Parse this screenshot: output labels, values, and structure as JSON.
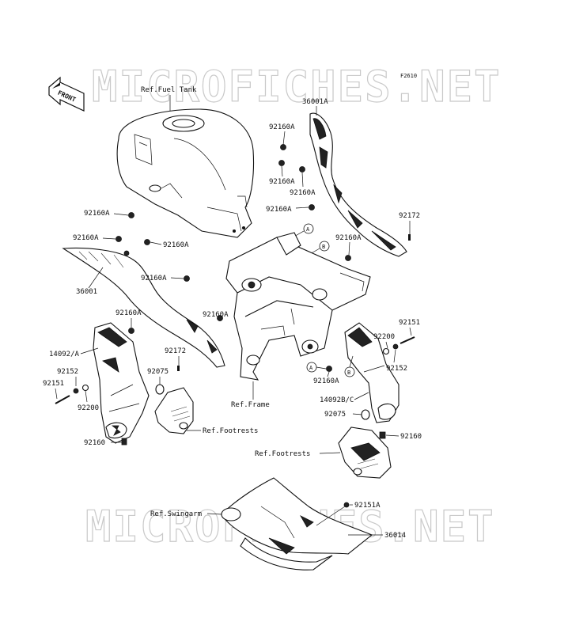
{
  "diagram": {
    "code": "F2610",
    "watermark_top": "MICROFICHES.NET",
    "watermark_bottom": "MICROFICHES.NET",
    "front_label": "FRONT",
    "circle_markers": {
      "a_top": "A",
      "b_top": "B",
      "a_right": "A",
      "b_right": "B"
    },
    "labels": {
      "ref_fuel_tank": "Ref.Fuel Tank",
      "p36001a": "36001A",
      "p92160a_r1": "92160A",
      "p92160a_r2": "92160A",
      "p92160a_r3": "92160A",
      "p92160a_r4": "92160A",
      "p92172_r": "92172",
      "p92160a_r5": "92160A",
      "p92160a_l1": "92160A",
      "p92160a_l2": "92160A",
      "p92160a_l3": "92160A",
      "p36001": "36001",
      "p92160a_l4": "92160A",
      "p92160a_l5": "92160A",
      "p92160a_c1": "92160A",
      "p14092a": "14092/A",
      "p92172_c": "92172",
      "p92152_l": "92152",
      "p92151_l": "92151",
      "p92075_l": "92075",
      "p92200_l": "92200",
      "ref_frame": "Ref.Frame",
      "p92160_l": "92160",
      "ref_footrests_l": "Ref.Footrests",
      "p92151_r": "92151",
      "p92200_r": "92200",
      "p92152_r": "92152",
      "p92160a_r6": "92160A",
      "p14092bc": "14092B/C",
      "p92075_r": "92075",
      "p92160_r": "92160",
      "ref_footrests_r": "Ref.Footrests",
      "p92151a": "92151A",
      "ref_swingarm": "Ref.Swingarm",
      "p36014": "36014"
    }
  }
}
